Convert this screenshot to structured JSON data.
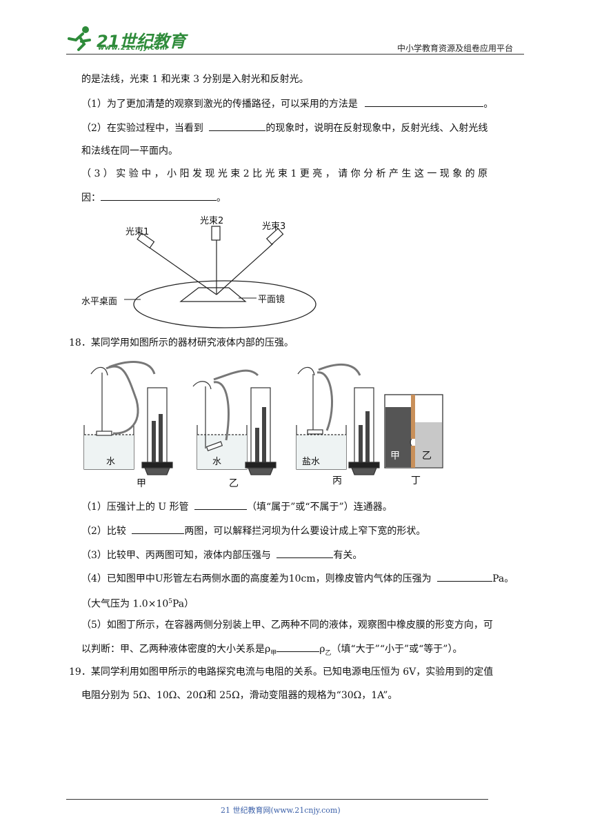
{
  "header": {
    "logo_main": "21世纪教育",
    "logo_sub": "www.21cnjy.com",
    "platform": "中小学教育资源及组卷应用平台"
  },
  "q17": {
    "line0": "的是法线，光束 1 和光束 3 分别是入射光和反射光。",
    "p1": "（1）为了更加清楚的观察到激光的传播路径，可以采用的方法是",
    "p1_end": "。",
    "p2a": "（2）在实验过程中，当看到",
    "p2a_end": "的现象时，说明在反射现象中，反射光线、入射光线",
    "p2b": "和法线在同一平面内。",
    "p3a": "（ 3 ） 实 验 中 ， 小 阳 发 现 光 束 2 比 光 束 1 更 亮 ， 请 你 分 析 产 生 这 一 现 象 的 原",
    "p3b": "因：",
    "p3b_end": "。",
    "figure": {
      "beam1": "光束1",
      "beam2": "光束2",
      "beam3": "光束3",
      "desk": "水平桌面",
      "mirror": "平面镜"
    }
  },
  "q18": {
    "stem": "18．某同学用如图所示的器材研究液体内部的压强。",
    "figure": {
      "water1": "水",
      "water2": "水",
      "saltwater": "盐水",
      "jia_fig": "甲",
      "yi_fig": "乙",
      "bing_fig": "丙",
      "ding_fig": "丁",
      "ding_left": "甲",
      "ding_right": "乙"
    },
    "p1": "（1）压强计上的 U 形管",
    "p1_end": "（填“属于”或“不属于”）连通器。",
    "p2": "（2）比较",
    "p2_end": "两图，可以解释拦河坝为什么要设计成上窄下宽的形状。",
    "p3": "（3）比较甲、丙两图可知，液体内部压强与",
    "p3_end": "有关。",
    "p4": "（4）已知图甲中U形管左右两侧水面的高度差为10cm，则橡皮管内气体的压强为",
    "p4_end": "Pa。",
    "p4b_pre": "（大气压为 1.0×10",
    "p4b_exp": "5",
    "p4b_post": "Pa）",
    "p5a": "（5）如图丁所示，在容器两侧分别装上甲、乙两种不同的液体，观察图中橡皮膜的形变方向，可",
    "p5b_pre": "以判断：甲、乙两种液体密度的大小关系是ρ",
    "p5b_sub1": "甲",
    "p5b_mid": "ρ",
    "p5b_sub2": "乙",
    "p5b_post": "（填“大于”“小于”或“等于”）。"
  },
  "q19": {
    "line1": "19．某同学利用如图甲所示的电路探究电流与电阻的关系。已知电源电压恒为 6V，实验用到的定值",
    "line2": "电阻分别为 5Ω、10Ω、20Ω和 25Ω，滑动变阻器的规格为“30Ω，1A”。"
  },
  "footer": {
    "text": "21 世纪教育网(www.21cnjy.com)"
  },
  "colors": {
    "footer_text": "#3a5fa8",
    "logo_green": "#2e8b3a",
    "dark_liquid": "#555555",
    "light_liquid": "#c8c8c8",
    "wood": "#c9905a"
  }
}
